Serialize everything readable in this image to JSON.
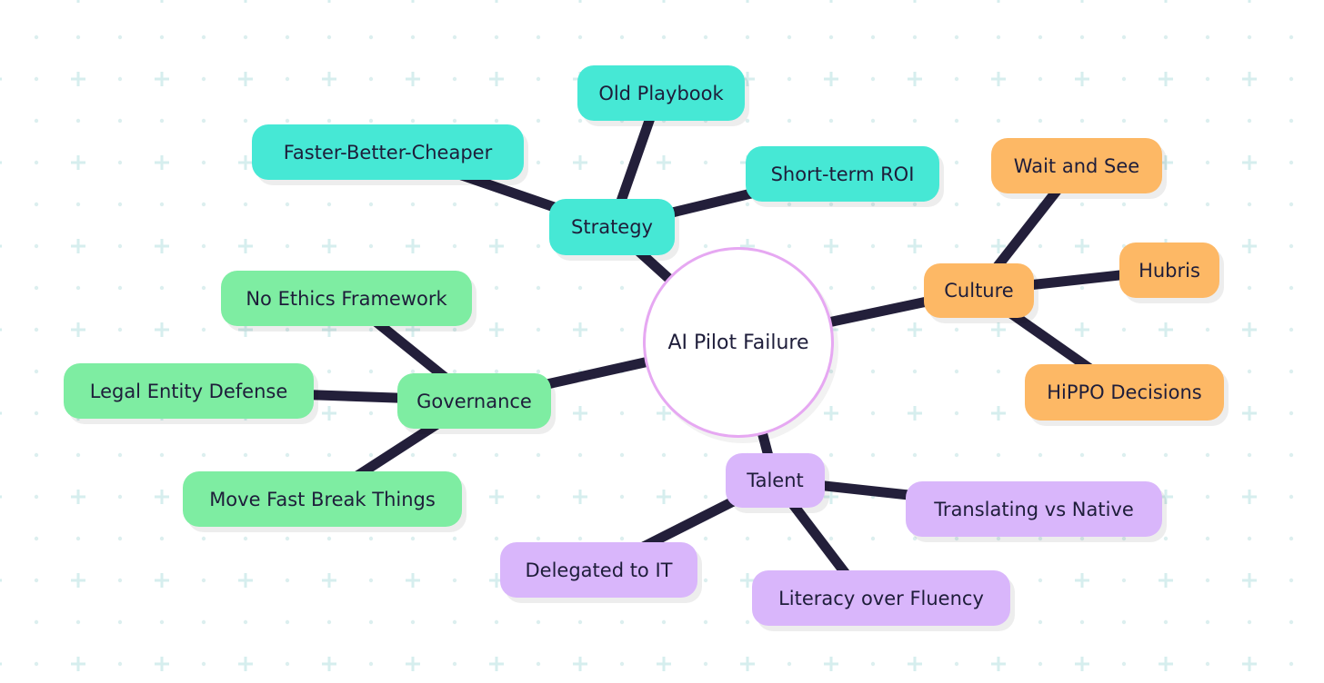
{
  "center": {
    "label": "AI Pilot Failure"
  },
  "strategy": {
    "label": "Strategy",
    "children": [
      "Old Playbook",
      "Faster-Better-Cheaper",
      "Short-term ROI"
    ]
  },
  "culture": {
    "label": "Culture",
    "children": [
      "Wait and See",
      "Hubris",
      "HiPPO Decisions"
    ]
  },
  "governance": {
    "label": "Governance",
    "children": [
      "No Ethics Framework",
      "Legal Entity Defense",
      "Move Fast Break Things"
    ]
  },
  "talent": {
    "label": "Talent",
    "children": [
      "Translating vs Native",
      "Delegated to IT",
      "Literacy over Fluency"
    ]
  },
  "colors": {
    "strategy": "#46e8d5",
    "culture": "#fdb865",
    "governance": "#7eeda2",
    "talent": "#d9b6fb",
    "link": "#231f3a",
    "center_border": "#e6a8f2"
  }
}
